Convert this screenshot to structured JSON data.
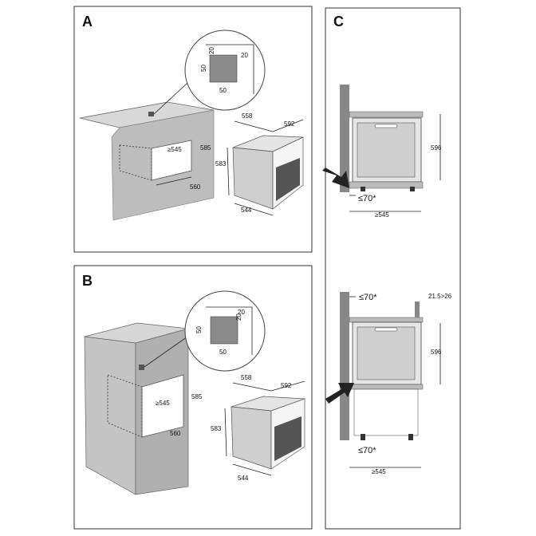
{
  "panels": {
    "a": {
      "label": "A",
      "inset": {
        "h": "20",
        "w": "20",
        "side": "50",
        "bottom": "50"
      },
      "cabinet": {
        "depth": "≥545",
        "height": "585",
        "width": "560"
      },
      "oven": {
        "depth": "558",
        "width": "592",
        "height": "583",
        "front": "544"
      }
    },
    "b": {
      "label": "B",
      "inset": {
        "h": "20",
        "w": "20",
        "side": "50",
        "bottom": "50"
      },
      "cabinet": {
        "depth": "≥545",
        "height": "585",
        "width": "560"
      },
      "oven": {
        "depth": "558",
        "width": "592",
        "height": "583",
        "front": "544"
      }
    },
    "c": {
      "label": "C",
      "top": {
        "height": "596",
        "gap": "≤70*",
        "depth": "≥545"
      },
      "bottom": {
        "gap_top": "≤70*",
        "clearance": "21.5>26",
        "height": "596",
        "gap": "≤70*",
        "depth": "≥545"
      }
    }
  }
}
